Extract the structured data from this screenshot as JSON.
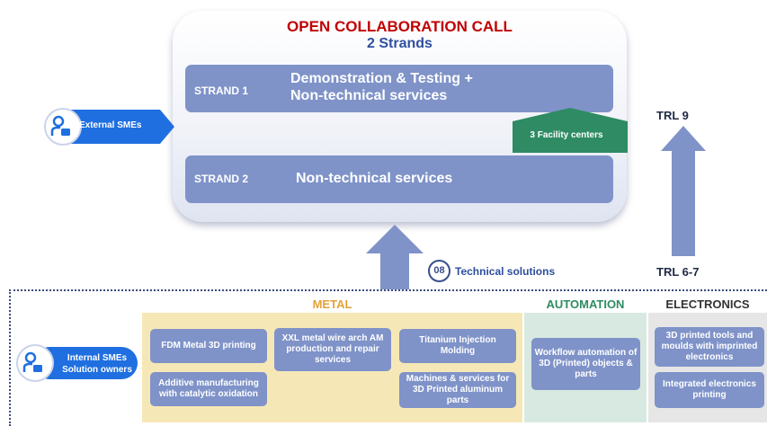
{
  "call": {
    "title": "OPEN COLLABORATION CALL",
    "subtitle": "2 Strands"
  },
  "strands": [
    {
      "label": "STRAND 1",
      "line1": "Demonstration & Testing +",
      "line2": "Non-technical services"
    },
    {
      "label": "STRAND 2",
      "line1": "Non-technical services"
    }
  ],
  "facility_centers": "3 Facility centers",
  "external_smes": "External SMEs",
  "internal_smes": {
    "line1": "Internal SMEs",
    "line2": "Solution owners"
  },
  "trl": {
    "top": "TRL 9",
    "bottom": "TRL 6-7"
  },
  "technical_solutions": {
    "count": "08",
    "label": "Technical solutions"
  },
  "categories": {
    "metal": "METAL",
    "automation": "AUTOMATION",
    "electronics": "ELECTRONICS"
  },
  "solutions": {
    "fdm": "FDM Metal 3D printing",
    "additive": "Additive manufacturing with catalytic oxidation",
    "xxl": "XXL metal wire arch AM production and repair services",
    "titanium": "Titanium Injection Molding",
    "machines": "Machines & services for 3D Printed aluminum parts",
    "workflow": "Workflow automation of 3D (Printed) objects & parts",
    "moulds": "3D printed tools and moulds with imprinted electronics",
    "integrated": "Integrated electronics printing"
  },
  "colors": {
    "title_red": "#c00000",
    "subtitle_blue": "#2f4f9f",
    "strand_fill": "#7f93c9",
    "facility_green": "#2e8b63",
    "arrow_blue": "#7f93c9",
    "badge_blue": "#1f6fe0",
    "metal_bg": "#f6e8b6",
    "automation_bg": "#d7e9e0",
    "electronics_bg": "#e6e6e6"
  }
}
